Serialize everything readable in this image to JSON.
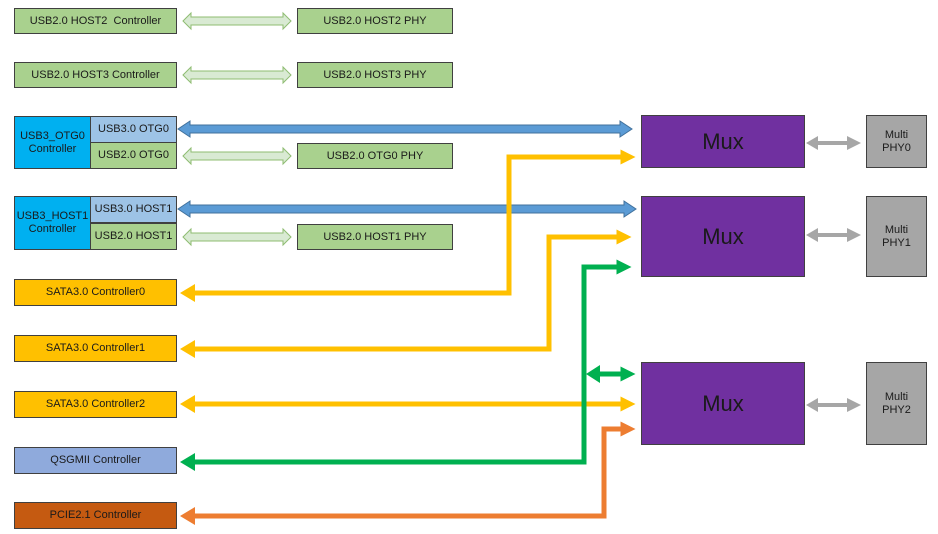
{
  "colors": {
    "green_box": "#a9d18e",
    "blue_controller": "#00b0f0",
    "light_blue_port": "#9dc3e6",
    "sata_orange": "#ffc000",
    "qsgmii": "#8faadc",
    "pcie": "#c55a11",
    "mux_purple": "#7030a0",
    "phy_gray": "#a6a6a6",
    "usb3_link": "#5b9bd5",
    "usb2_link": "#a9d18e",
    "sata_link": "#ffc000",
    "qsgmii_link": "#00b050",
    "pcie_link": "#ed7d31",
    "phy_link": "#a6a6a6"
  },
  "usb_host2": {
    "controller": "USB2.0 HOST2  Controller",
    "phy": "USB2.0 HOST2 PHY"
  },
  "usb_host3": {
    "controller": "USB2.0 HOST3 Controller",
    "phy": "USB2.0 HOST3 PHY"
  },
  "usb3_otg0": {
    "controller": "USB3_OTG0\nController",
    "port_usb3": "USB3.0 OTG0",
    "port_usb2": "USB2.0 OTG0",
    "phy": "USB2.0 OTG0 PHY"
  },
  "usb3_host1": {
    "controller": "USB3_HOST1\nController",
    "port_usb3": "USB3.0 HOST1",
    "port_usb2": "USB2.0 HOST1",
    "phy": "USB2.0 HOST1 PHY"
  },
  "controllers": {
    "sata0": "SATA3.0 Controller0",
    "sata1": "SATA3.0 Controller1",
    "sata2": "SATA3.0 Controller2",
    "qsgmii": "QSGMII Controller",
    "pcie": "PCIE2.1 Controller"
  },
  "mux": {
    "mux0": "Mux",
    "mux1": "Mux",
    "mux2": "Mux"
  },
  "phy": {
    "phy0": "Multi\nPHY0",
    "phy1": "Multi\nPHY1",
    "phy2": "Multi\nPHY2"
  }
}
